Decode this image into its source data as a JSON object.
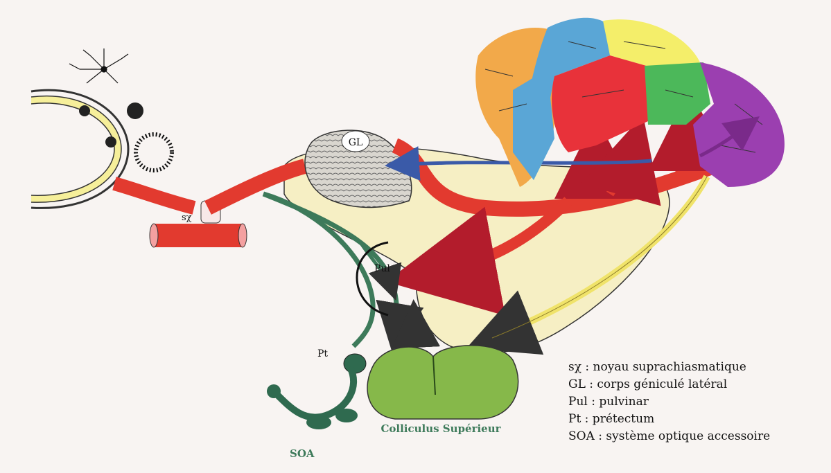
{
  "diagram": {
    "labels": {
      "sx": "sχ",
      "gl": "GL",
      "pul": "Pul",
      "pt": "Pt",
      "colliculus": "Colliculus Supérieur",
      "soa": "SOA"
    },
    "legend": [
      "sχ : noyau suprachiasmatique",
      "GL : corps géniculé latéral",
      "Pul : pulvinar",
      "Pt : prétectum",
      "SOA : système optique accessoire"
    ],
    "colors": {
      "optic_pathway": "#e23a2f",
      "cortex_orange": "#f2a94a",
      "cortex_blue": "#5aa6d6",
      "cortex_yellow": "#f4ee6a",
      "cortex_red": "#e8323a",
      "cortex_green": "#4cb85a",
      "cortex_purple": "#9b3fb0",
      "colliculus": "#86b84a",
      "soa_pathway": "#3d7a5a",
      "background_region": "#f6efc4"
    }
  }
}
